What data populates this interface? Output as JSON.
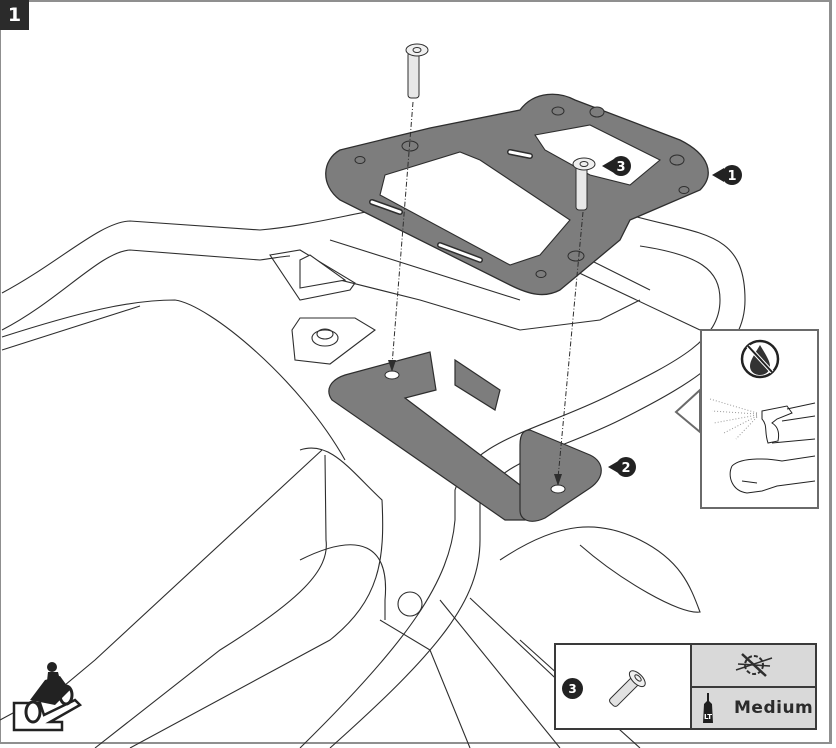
{
  "page": {
    "step_number": "1",
    "colors": {
      "plate_fill": "#7d7d7d",
      "plate_stroke": "#2e2e2e",
      "badge_dark": "#2b2b2b",
      "frame_border": "#8f8f8f",
      "legend_gray": "#d9d9d9"
    }
  },
  "callouts": [
    {
      "id": "1",
      "label": "1",
      "target": "upper-mounting-plate"
    },
    {
      "id": "2",
      "label": "2",
      "target": "lower-adapter-plate"
    },
    {
      "id": "3",
      "label": "3",
      "target": "countersunk-screw"
    }
  ],
  "cleaning_panel": {
    "icons": [
      "no-oil-icon",
      "spray-bottle-icon",
      "wiping-hands-icon"
    ]
  },
  "legend": {
    "item_number": "3",
    "part_icon": "countersunk-screw-icon",
    "torque_icon": "no-torque-wrench-icon",
    "threadlocker_icon": "threadlocker-bottle-icon",
    "threadlocker_label": "LT",
    "threadlocker_strength": "Medium"
  },
  "orientation_icon": "motorcycle-direction-icon"
}
